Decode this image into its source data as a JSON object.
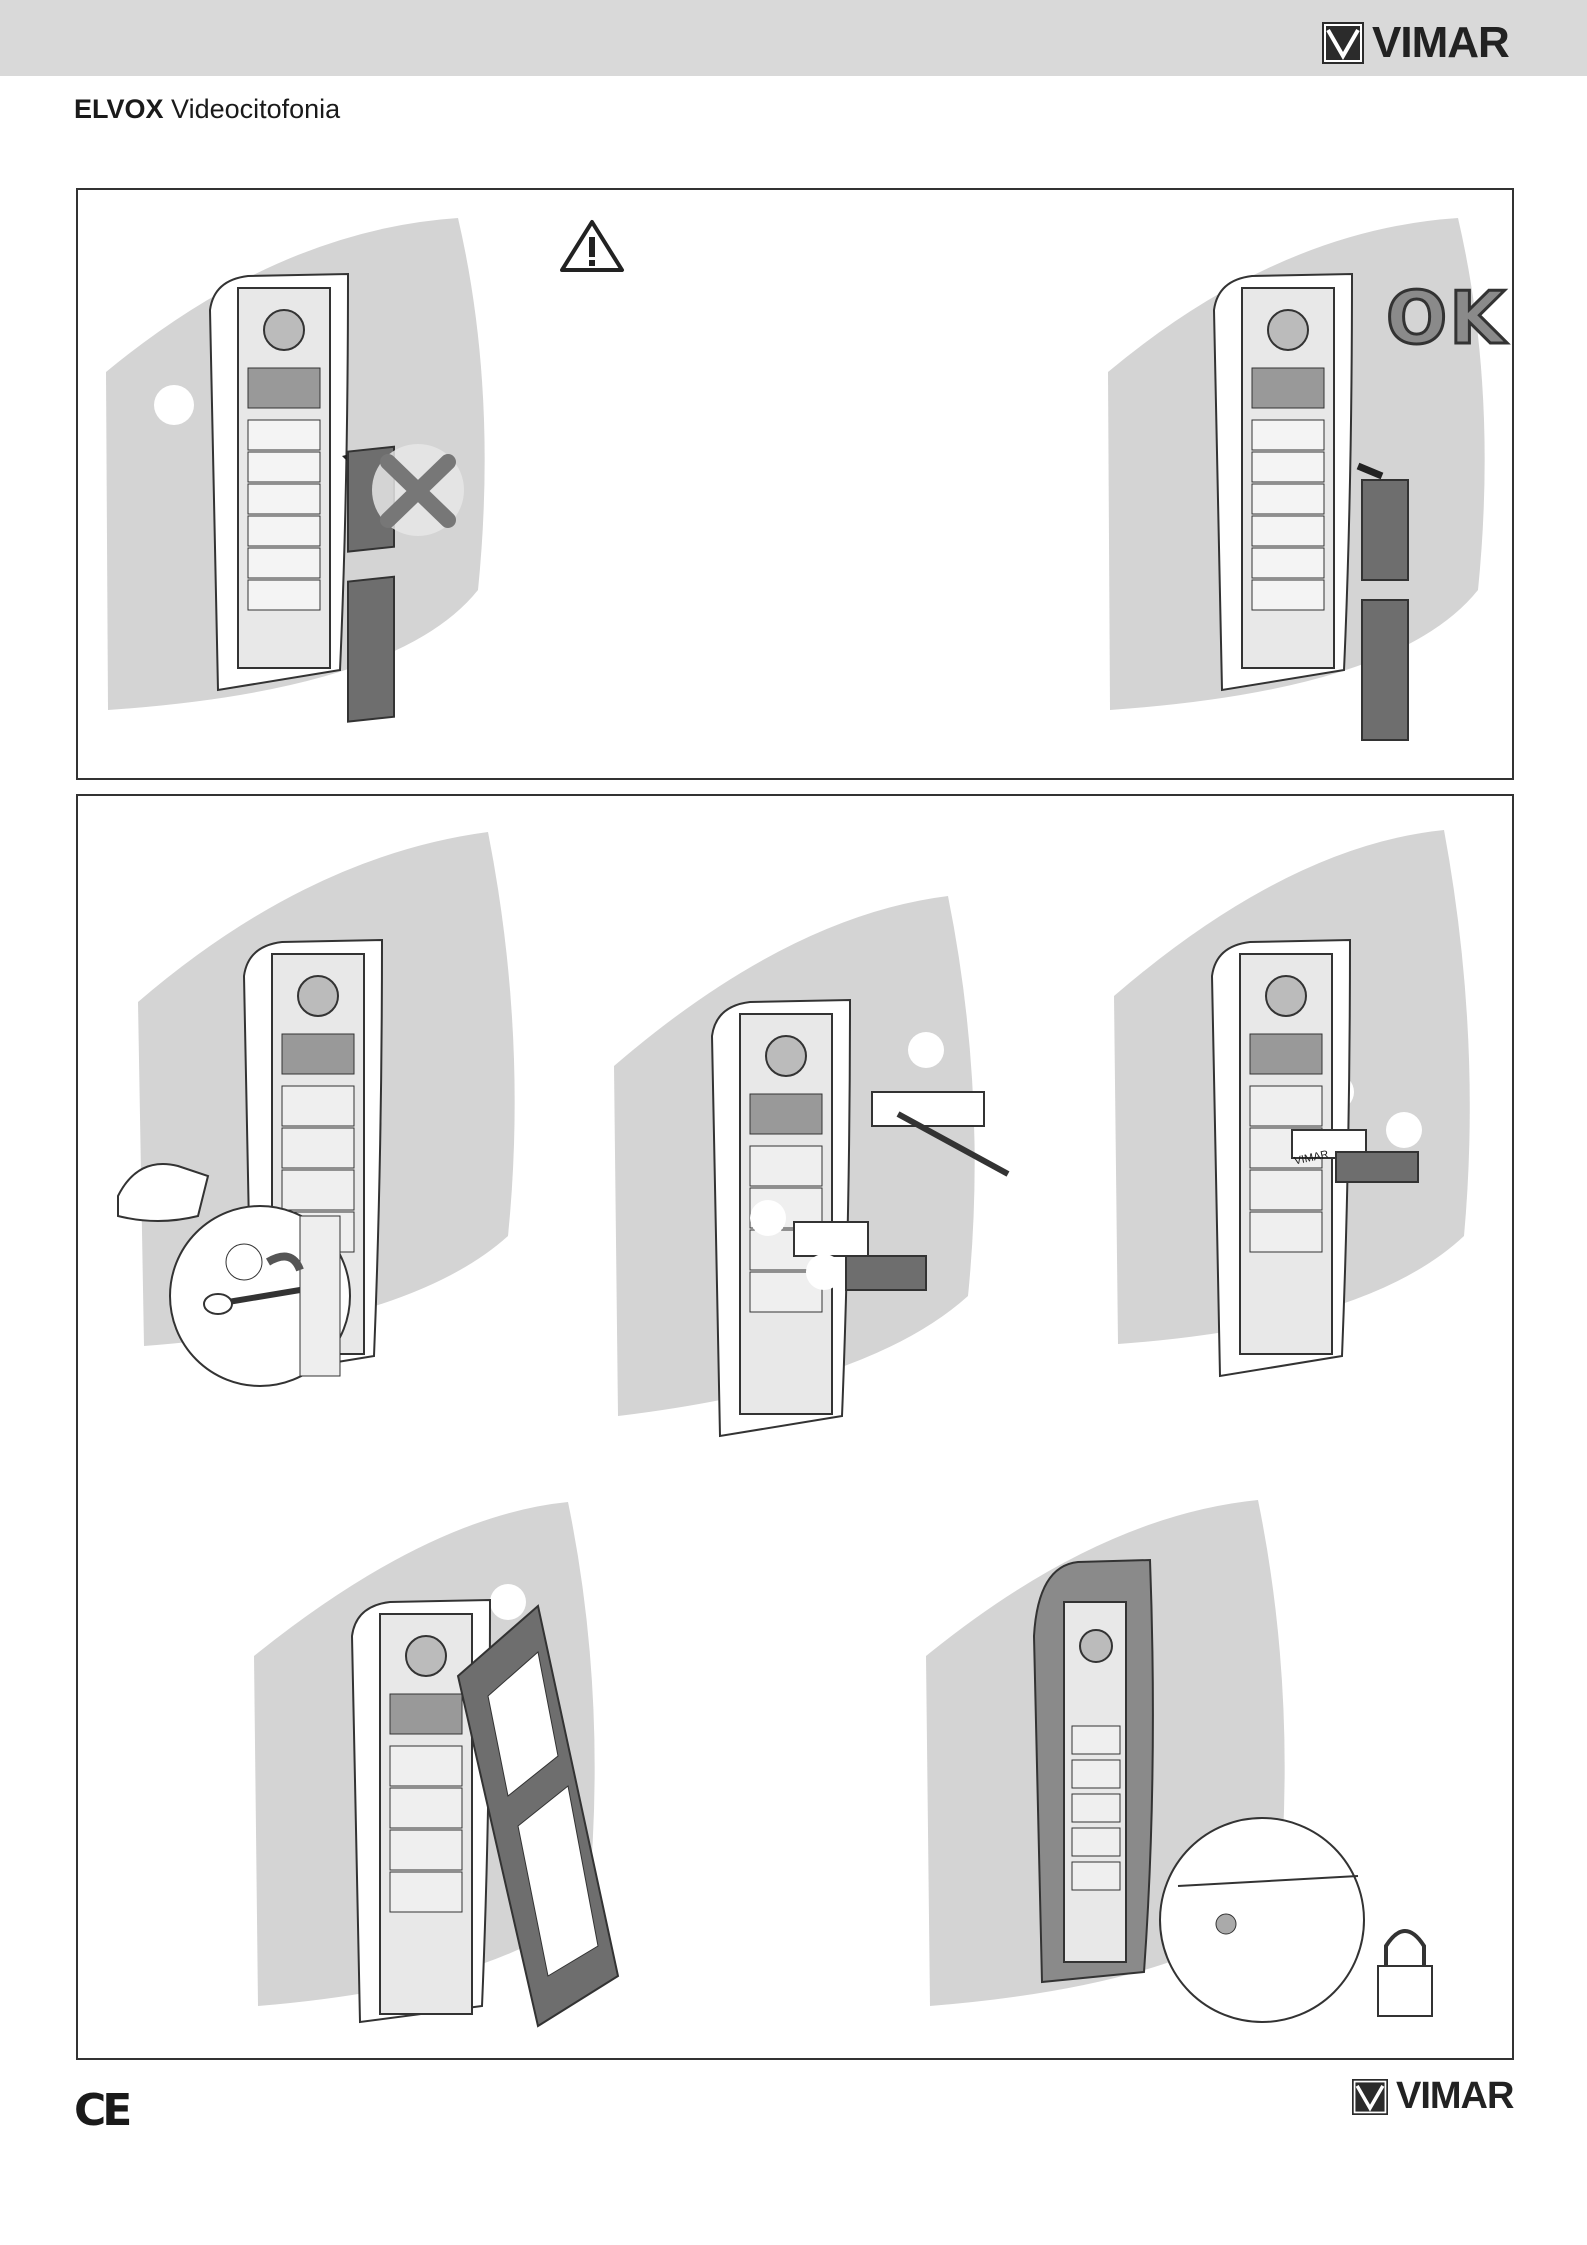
{
  "header": {
    "logo_text": "VIMAR",
    "brand_bold": "ELVOX",
    "brand_rest": "Videocitofonia"
  },
  "panel1": {
    "ok_text": "OK",
    "icons": [
      "warning-triangle-icon",
      "cross-icon"
    ]
  },
  "panel2": {
    "label_text": "VIMAR",
    "icons": [
      "screwdriver-icon",
      "pencil-icon",
      "padlock-icon"
    ]
  },
  "footer": {
    "ce_mark": "CE",
    "logo_text": "VIMAR"
  },
  "colors": {
    "header_bar": "#d9d9d9",
    "wall": "#d4d4d4",
    "panel_dark": "#6e6e6e",
    "outline": "#333333"
  }
}
